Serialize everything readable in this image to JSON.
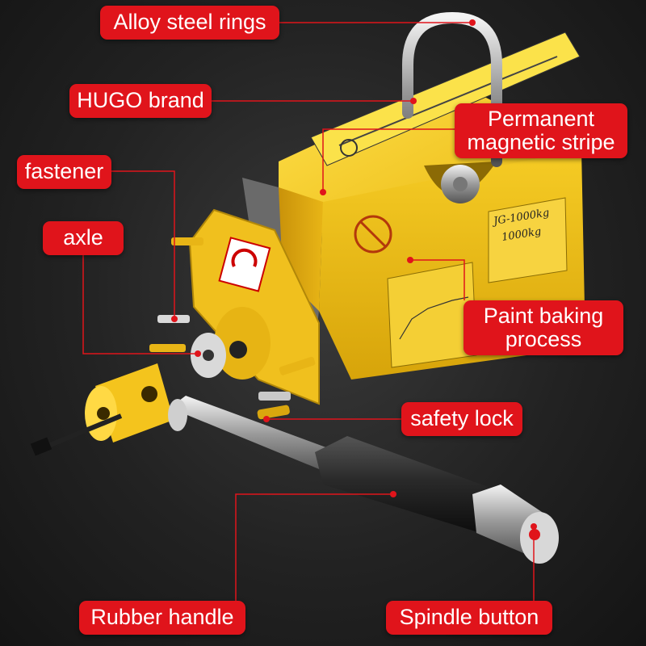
{
  "callouts": {
    "rings": "Alloy steel rings",
    "brand": "HUGO brand",
    "stripe_line1": "Permanent",
    "stripe_line2": "magnetic stripe",
    "fastener": "fastener",
    "axle": "axle",
    "paint_line1": "Paint baking",
    "paint_line2": "process",
    "safety_lock": "safety lock",
    "rubber_handle": "Rubber handle",
    "spindle_button": "Spindle button"
  },
  "product": {
    "model_label": "JG-1000kg",
    "capacity_label": "1000kg"
  },
  "colors": {
    "callout": "#e0141b",
    "body_yellow": "#f2c21a",
    "leader_line": "#e0141b"
  }
}
